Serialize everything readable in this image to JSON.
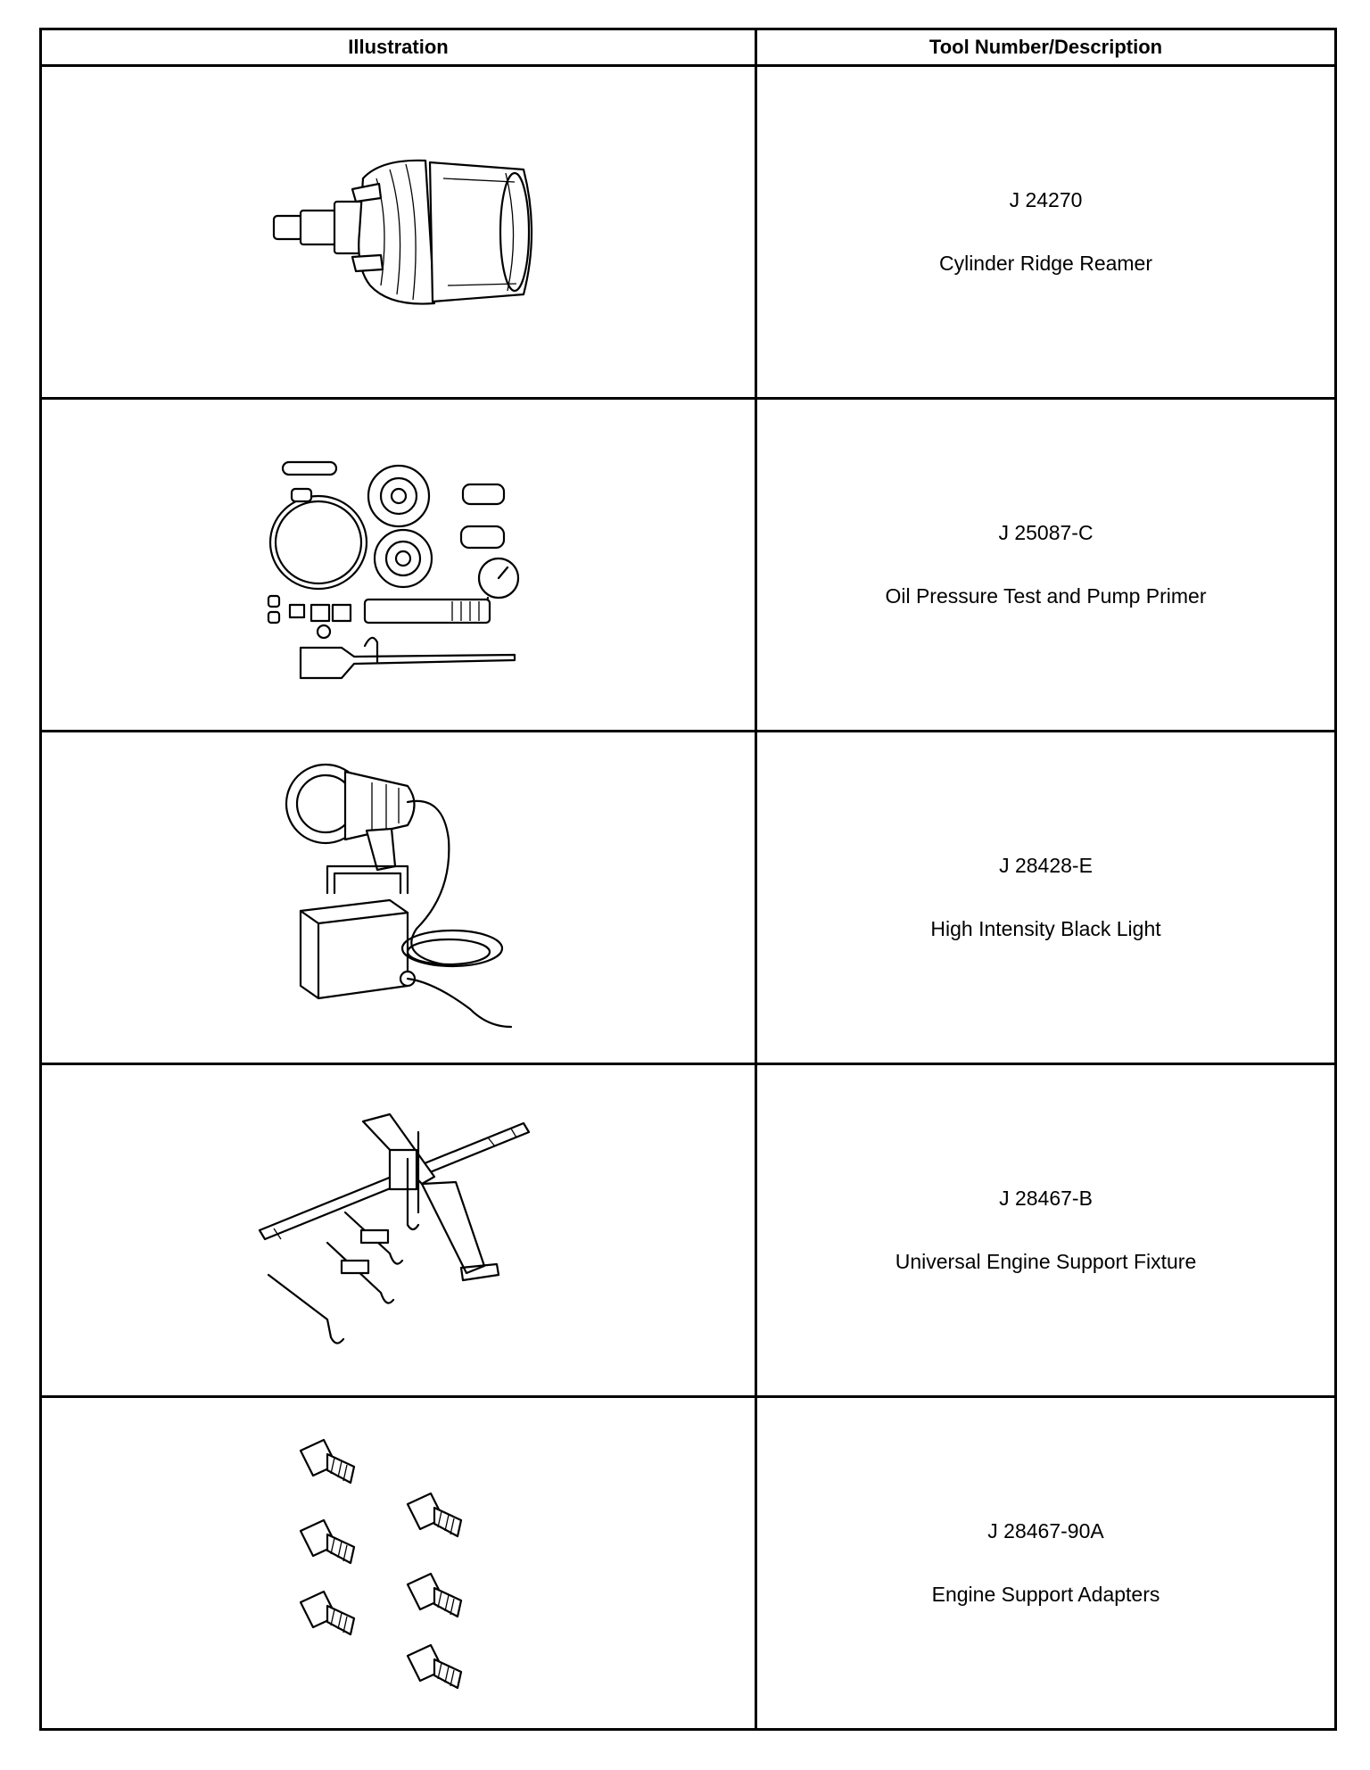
{
  "table": {
    "header_illustration": "Illustration",
    "header_tool": "Tool Number/Description",
    "rows": [
      {
        "tool_number": "J 24270",
        "description": "Cylinder Ridge Reamer",
        "icon": "ridge-reamer-illustration"
      },
      {
        "tool_number": "J 25087-C",
        "description": "Oil Pressure Test and Pump Primer",
        "icon": "oil-pressure-kit-illustration"
      },
      {
        "tool_number": "J 28428-E",
        "description": "High Intensity Black Light",
        "icon": "black-light-illustration"
      },
      {
        "tool_number": "J 28467-B",
        "description": "Universal Engine Support Fixture",
        "icon": "engine-support-fixture-illustration"
      },
      {
        "tool_number": "J 28467-90A",
        "description": "Engine Support Adapters",
        "icon": "engine-adapters-illustration"
      }
    ]
  }
}
